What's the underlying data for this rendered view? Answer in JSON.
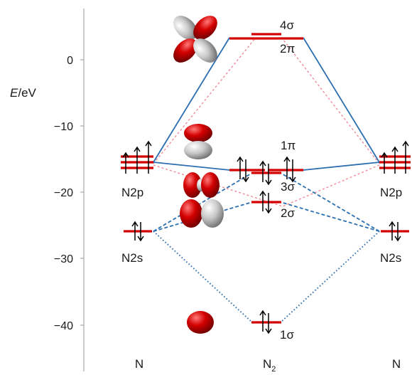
{
  "axis": {
    "ylabel_italic": "E",
    "ylabel_rest": "/eV",
    "ticks": [
      "0",
      "−10",
      "−20",
      "−30",
      "−40"
    ]
  },
  "columns": {
    "left": "N",
    "center_main": "N",
    "center_sub": "2",
    "right": "N"
  },
  "atomic_levels": {
    "left_2p": "N2p",
    "left_2s": "N2s",
    "right_2p": "N2p",
    "right_2s": "N2s"
  },
  "molecular_orbitals": {
    "mo_4sigma": "4σ",
    "mo_2pi": "2π",
    "mo_1pi": "1π",
    "mo_3sigma": "3σ",
    "mo_2sigma": "2σ",
    "mo_1sigma": "1σ"
  },
  "colors": {
    "level": "#d40000",
    "correlation": "#2c6fb0",
    "antibonding_correlation": "#f08c9a",
    "lobe_positive": "#cc0000",
    "lobe_negative": "#bdbdbd"
  }
}
